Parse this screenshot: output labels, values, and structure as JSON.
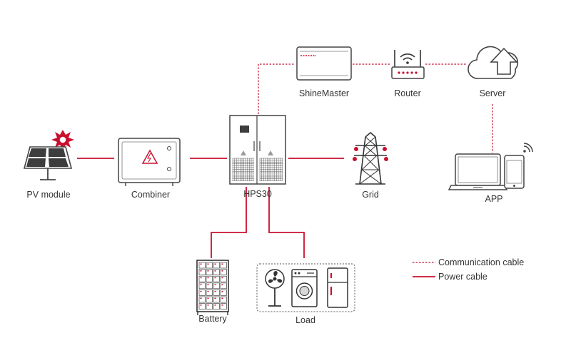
{
  "nodes": {
    "pv_module": "PV module",
    "combiner": "Combiner",
    "hps30": "HPS30",
    "grid": "Grid",
    "shinemaster": "ShineMaster",
    "router": "Router",
    "server": "Server",
    "app": "APP",
    "battery": "Battery",
    "load": "Load"
  },
  "legend": {
    "communication": "Communication cable",
    "power": "Power cable"
  },
  "colors": {
    "accent": "#c8102e",
    "outline": "#444444",
    "text": "#333333"
  }
}
